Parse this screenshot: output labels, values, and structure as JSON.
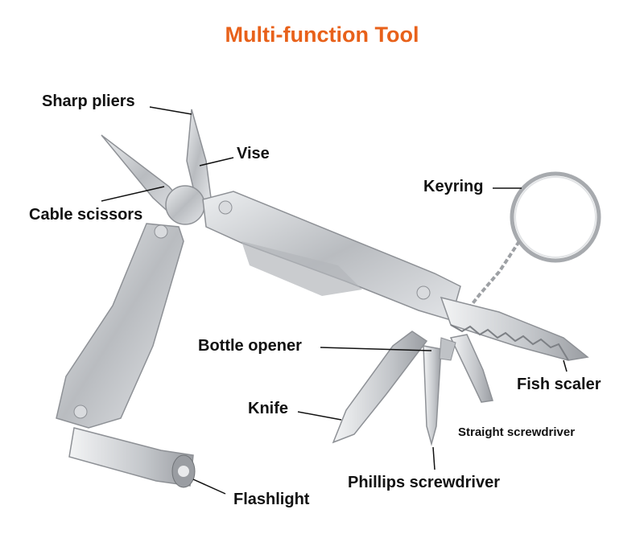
{
  "title": "Multi-function Tool",
  "colors": {
    "title": "#e8611a",
    "label": "#111111",
    "metal": "#c9cbce",
    "metal_dark": "#8e9196"
  },
  "labels": {
    "sharp_pliers": "Sharp pliers",
    "vise": "Vise",
    "cable_scissors": "Cable scissors",
    "keyring": "Keyring",
    "bottle_opener": "Bottle opener",
    "fish_scaler": "Fish scaler",
    "knife": "Knife",
    "straight_screwdriver": "Straight screwdriver",
    "phillips_screwdriver": "Phillips screwdriver",
    "flashlight": "Flashlight"
  }
}
